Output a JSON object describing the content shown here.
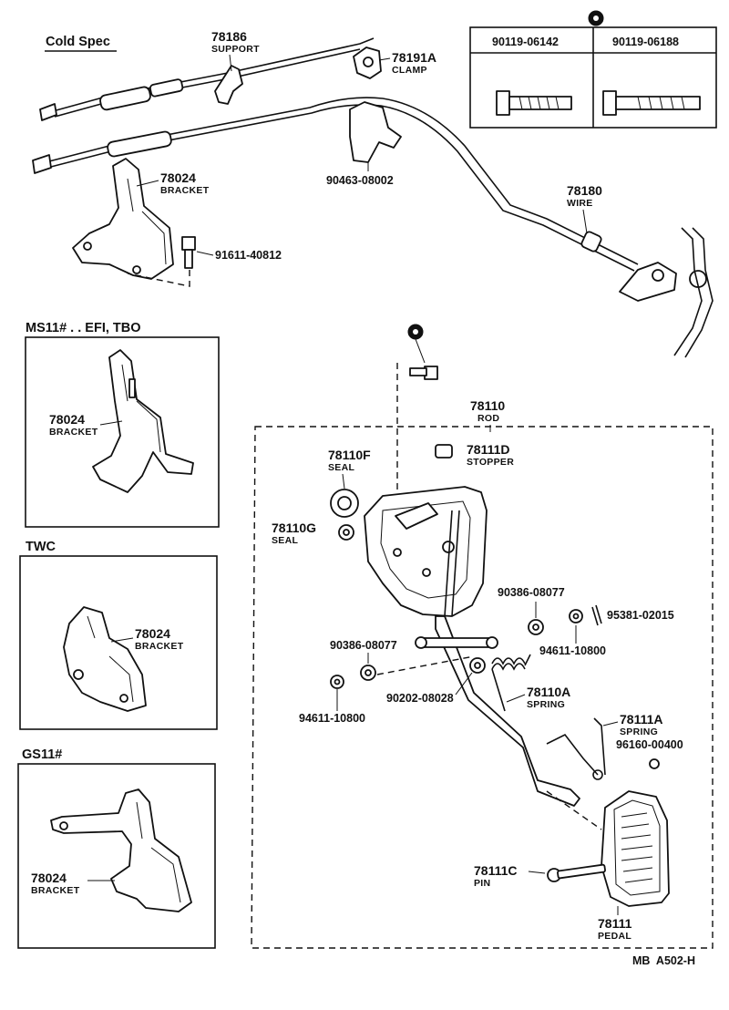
{
  "diagram": {
    "headings": {
      "cold_spec": "Cold Spec",
      "ms11": "MS11# . . EFI, TBO",
      "twc": "TWC",
      "gs11": "GS11#"
    },
    "bolt_table": {
      "col1": "90119-06142",
      "col2": "90119-06188"
    },
    "labels": {
      "p78186": {
        "num": "78186",
        "name": "SUPPORT"
      },
      "p78191a": {
        "num": "78191A",
        "name": "CLAMP"
      },
      "p78024_main": {
        "num": "78024",
        "name": "BRACKET"
      },
      "p91611": "91611-40812",
      "p90463": "90463-08002",
      "p78180": {
        "num": "78180",
        "name": "WIRE"
      },
      "p78024_ms11": {
        "num": "78024",
        "name": "BRACKET"
      },
      "p78024_twc": {
        "num": "78024",
        "name": "BRACKET"
      },
      "p78024_gs11": {
        "num": "78024",
        "name": "BRACKET"
      },
      "p78110": {
        "num": "78110",
        "name": "ROD"
      },
      "p78110f": {
        "num": "78110F",
        "name": "SEAL"
      },
      "p78111d": {
        "num": "78111D",
        "name": "STOPPER"
      },
      "p78110g": {
        "num": "78110G",
        "name": "SEAL"
      },
      "p90386_right": "90386-08077",
      "p95381": "95381-02015",
      "p94611_right": "94611-10800",
      "p90386_left": "90386-08077",
      "p90202": "90202-08028",
      "p78110a": {
        "num": "78110A",
        "name": "SPRING"
      },
      "p94611_left": "94611-10800",
      "p78111a": {
        "num": "78111A",
        "name": "SPRING"
      },
      "p96160": "96160-00400",
      "p78111c": {
        "num": "78111C",
        "name": "PIN"
      },
      "p78111": {
        "num": "78111",
        "name": "PEDAL"
      }
    },
    "figure_code": "MB  A502-H"
  }
}
